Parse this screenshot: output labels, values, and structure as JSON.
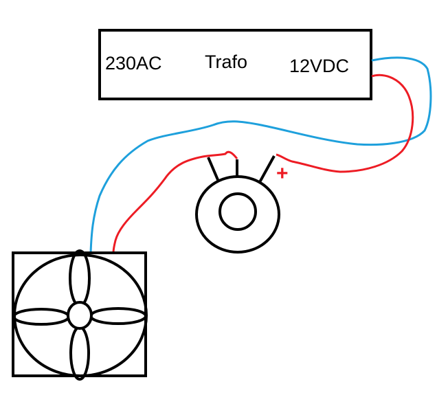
{
  "trafo": {
    "input_label": "230AC",
    "title": "Trafo",
    "output_label": "12VDC"
  },
  "potentiometer": {
    "polarity_mark": "+"
  },
  "colors": {
    "outline": "#000000",
    "positive_wire": "#ed1c24",
    "negative_wire": "#1ea0dc"
  }
}
